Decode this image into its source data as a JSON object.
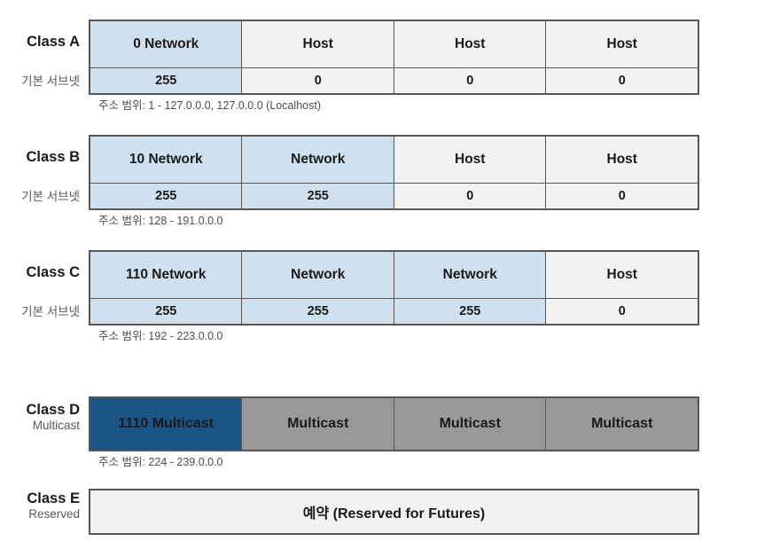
{
  "diagram": {
    "title_visible": false,
    "colors": {
      "network_fill": "#cfe0ef",
      "host_fill": "#f2f2f2",
      "multicast_first_fill": "#1b5586",
      "multicast_fill": "#999999",
      "reserved_fill": "#f2f2f2",
      "border": "#575757",
      "label_main": "#1a1a1a",
      "label_sub": "#595959",
      "note": "#4d4d4d"
    },
    "subnet_label": "기본 서브넷",
    "classes": [
      {
        "id": "class-a",
        "label": "Class A",
        "sublabel": "",
        "octets": [
          {
            "text": "0 Network",
            "fill": "network"
          },
          {
            "text": "Host",
            "fill": "host"
          },
          {
            "text": "Host",
            "fill": "host"
          },
          {
            "text": "Host",
            "fill": "host"
          }
        ],
        "mask": [
          {
            "text": "255",
            "fill": "network"
          },
          {
            "text": "0",
            "fill": "host"
          },
          {
            "text": "0",
            "fill": "host"
          },
          {
            "text": "0",
            "fill": "host"
          }
        ],
        "range_note": "주소 범위: 1 - 127.0.0.0, 127.0.0.0 (Localhost)"
      },
      {
        "id": "class-b",
        "label": "Class B",
        "sublabel": "",
        "octets": [
          {
            "text": "10 Network",
            "fill": "network"
          },
          {
            "text": "Network",
            "fill": "network"
          },
          {
            "text": "Host",
            "fill": "host"
          },
          {
            "text": "Host",
            "fill": "host"
          }
        ],
        "mask": [
          {
            "text": "255",
            "fill": "network"
          },
          {
            "text": "255",
            "fill": "network"
          },
          {
            "text": "0",
            "fill": "host"
          },
          {
            "text": "0",
            "fill": "host"
          }
        ],
        "range_note": "주소 범위: 128 - 191.0.0.0"
      },
      {
        "id": "class-c",
        "label": "Class C",
        "sublabel": "",
        "octets": [
          {
            "text": "110 Network",
            "fill": "network"
          },
          {
            "text": "Network",
            "fill": "network"
          },
          {
            "text": "Network",
            "fill": "network"
          },
          {
            "text": "Host",
            "fill": "host"
          }
        ],
        "mask": [
          {
            "text": "255",
            "fill": "network"
          },
          {
            "text": "255",
            "fill": "network"
          },
          {
            "text": "255",
            "fill": "network"
          },
          {
            "text": "0",
            "fill": "host"
          }
        ],
        "range_note": "주소 범위: 192 - 223.0.0.0"
      },
      {
        "id": "class-d",
        "label": "Class D",
        "sublabel": "Multicast",
        "octets": [
          {
            "text": "1110 Multicast",
            "fill": "navy"
          },
          {
            "text": "Multicast",
            "fill": "gray"
          },
          {
            "text": "Multicast",
            "fill": "gray"
          },
          {
            "text": "Multicast",
            "fill": "gray"
          }
        ],
        "mask": [],
        "range_note": "주소 범위: 224 - 239.0.0.0"
      },
      {
        "id": "class-e",
        "label": "Class E",
        "sublabel": "Reserved",
        "octets": [],
        "mask": [],
        "reserved_text": "예약 (Reserved for Futures)",
        "range_note": ""
      }
    ]
  }
}
